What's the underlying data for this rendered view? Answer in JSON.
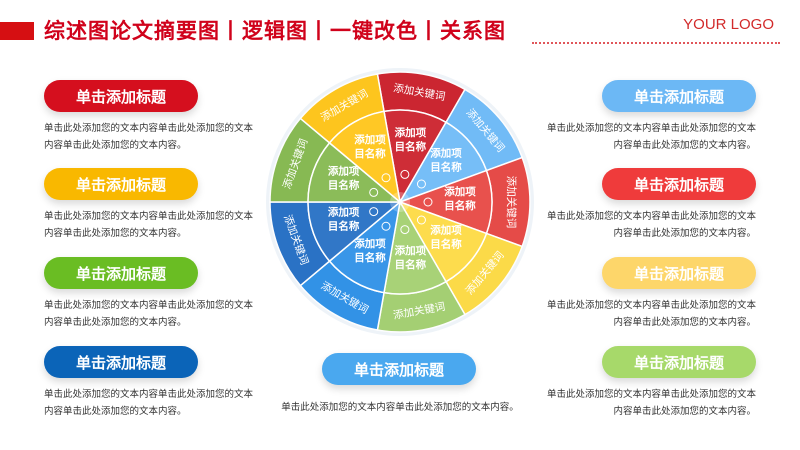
{
  "header": {
    "title": "综述图论文摘要图丨逻辑图丨一键改色丨关系图",
    "logo": "YOUR LOGO"
  },
  "wheel": {
    "keyword": "添加关键词",
    "item": [
      "添加项",
      "目名称"
    ],
    "colors": [
      "#c8101c",
      "#64b5f6",
      "#e53935",
      "#fdd835",
      "#9ccc65",
      "#1e88e5",
      "#1565c0",
      "#7cb342",
      "#ffc107"
    ]
  },
  "left_cards": [
    {
      "title": "单击添加标题",
      "text": "单击此处添加您的文本内容单击此处添加您的文本内容单击此处添加您的文本内容。",
      "color": "#d50f1e"
    },
    {
      "title": "单击添加标题",
      "text": "单击此处添加您的文本内容单击此处添加您的文本内容单击此处添加您的文本内容。",
      "color": "#f9b800"
    },
    {
      "title": "单击添加标题",
      "text": "单击此处添加您的文本内容单击此处添加您的文本内容单击此处添加您的文本内容。",
      "color": "#6abd23"
    },
    {
      "title": "单击添加标题",
      "text": "单击此处添加您的文本内容单击此处添加您的文本内容单击此处添加您的文本内容。",
      "color": "#0b64b8"
    }
  ],
  "right_cards": [
    {
      "title": "单击添加标题",
      "text": "单击此处添加您的文本内容单击此处添加您的文本内容单击此处添加您的文本内容。",
      "color": "#6cb8f5"
    },
    {
      "title": "单击添加标题",
      "text": "单击此处添加您的文本内容单击此处添加您的文本内容单击此处添加您的文本内容。",
      "color": "#ef3b3b"
    },
    {
      "title": "单击添加标题",
      "text": "单击此处添加您的文本内容单击此处添加您的文本内容单击此处添加您的文本内容。",
      "color": "#fdd66a"
    },
    {
      "title": "单击添加标题",
      "text": "单击此处添加您的文本内容单击此处添加您的文本内容单击此处添加您的文本内容。",
      "color": "#a7d96a"
    }
  ],
  "bottom_card": {
    "title": "单击添加标题",
    "text": "单击此处添加您的文本内容单击此处添加您的文本内容。",
    "color": "#4aa8ef"
  }
}
